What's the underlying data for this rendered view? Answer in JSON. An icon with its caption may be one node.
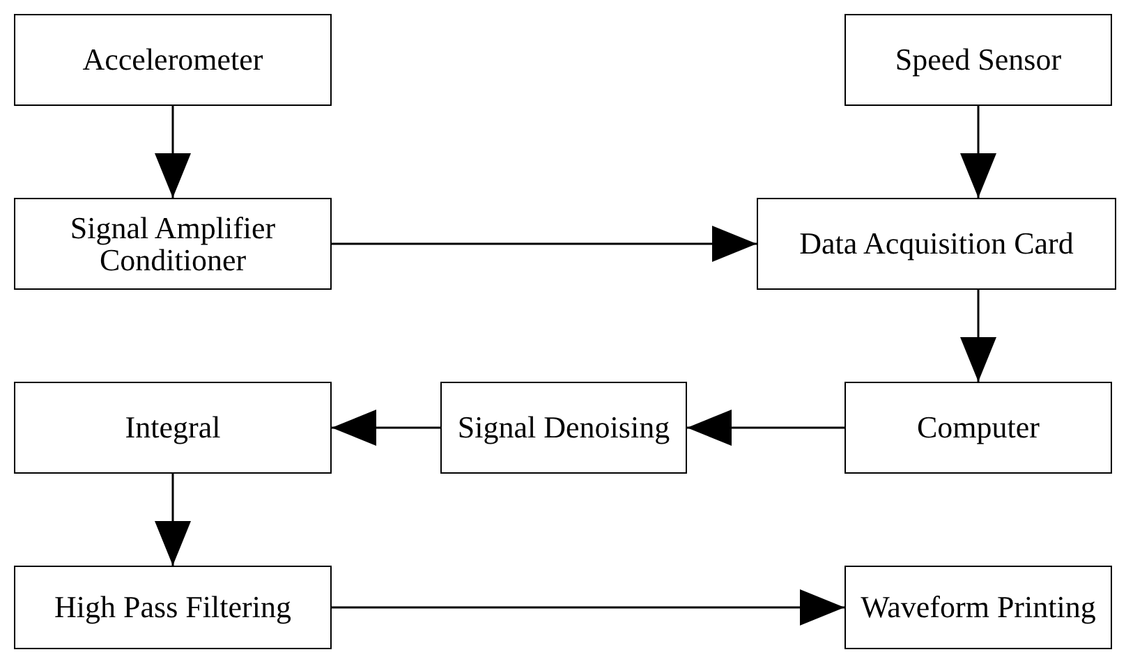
{
  "diagram": {
    "nodes": [
      {
        "text": [
          "Accelerometer"
        ]
      },
      {
        "text": [
          "Speed Sensor"
        ]
      },
      {
        "text": [
          "Signal Amplifier Conditioner"
        ]
      },
      {
        "text": [
          "Data Acquisition Card"
        ]
      },
      {
        "text": [
          "Computer"
        ]
      },
      {
        "text": [
          "Signal Denoising"
        ]
      },
      {
        "text": [
          "Integral"
        ]
      },
      {
        "text": [
          "High Pass Filtering"
        ]
      },
      {
        "text": [
          "Waveform Printing"
        ]
      }
    ],
    "edges": [
      {
        "from": 0,
        "to": 2,
        "arrow": "to"
      },
      {
        "from": 1,
        "to": 3,
        "arrow": "to"
      },
      {
        "from": 2,
        "to": 3,
        "arrow": "to"
      },
      {
        "from": 3,
        "to": 4,
        "arrow": "to"
      },
      {
        "from": 4,
        "to": 5,
        "arrow": "to"
      },
      {
        "from": 5,
        "to": 6,
        "arrow": "to"
      },
      {
        "from": 6,
        "to": 7,
        "arrow": "to"
      },
      {
        "from": 7,
        "to": 8,
        "arrow": "to"
      }
    ]
  }
}
